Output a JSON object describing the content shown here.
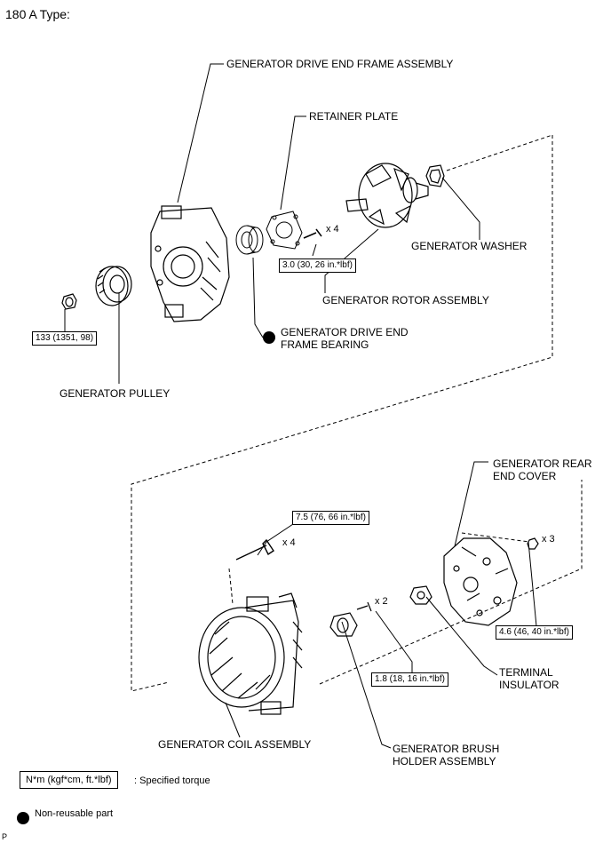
{
  "title": "180 A Type:",
  "labels": {
    "drive_end_frame": "GENERATOR DRIVE END FRAME ASSEMBLY",
    "retainer_plate": "RETAINER PLATE",
    "washer": "GENERATOR WASHER",
    "rotor": "GENERATOR ROTOR ASSEMBLY",
    "bearing_line1": "GENERATOR DRIVE END",
    "bearing_line2": "FRAME BEARING",
    "pulley": "GENERATOR PULLEY",
    "rear_cover_line1": "GENERATOR REAR",
    "rear_cover_line2": "END COVER",
    "terminal_line1": "TERMINAL",
    "terminal_line2": "INSULATOR",
    "coil": "GENERATOR COIL ASSEMBLY",
    "brush_line1": "GENERATOR BRUSH",
    "brush_line2": "HOLDER ASSEMBLY"
  },
  "quantities": {
    "retainer_screws": "x 4",
    "coil_bolts": "x 4",
    "brush_screws": "x 2",
    "rear_nuts": "x 3"
  },
  "torques": {
    "retainer": "3.0 (30, 26 in.*lbf)",
    "pulley_nut": "133 (1351, 98)",
    "coil_bolt": "7.5 (76, 66 in.*lbf)",
    "brush_screw": "1.8 (18, 16 in.*lbf)",
    "rear_nut": "4.6 (46, 40 in.*lbf)"
  },
  "legend": {
    "torque_unit": "N*m (kgf*cm, ft.*lbf)",
    "torque_desc": ": Specified torque",
    "nonreusable": "Non-reusable part"
  },
  "footer_code": "P"
}
